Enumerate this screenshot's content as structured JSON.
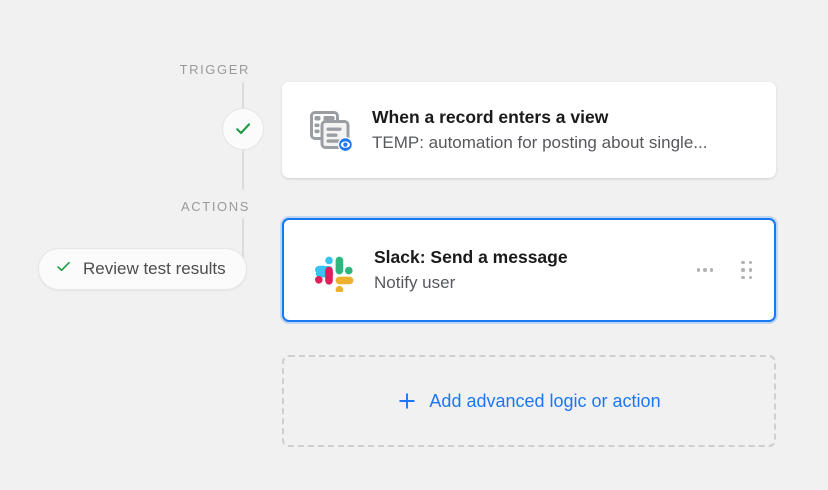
{
  "background_color": "#f1f1f1",
  "rail": {
    "trigger_label": "TRIGGER",
    "actions_label": "ACTIONS",
    "status_icon": "check-icon",
    "status_color": "#1d9b43",
    "line_color": "#dcdcdc"
  },
  "review_pill": {
    "label": "Review test results",
    "icon": "check-icon",
    "icon_color": "#1d9b43"
  },
  "trigger_card": {
    "icon": "grid-view-eye-icon",
    "title": "When a record enters a view",
    "subtitle": "TEMP: automation for posting about single...",
    "badge_color": "#1d77f2"
  },
  "action_card": {
    "icon": "slack-logo-icon",
    "title": "Slack: Send a message",
    "subtitle": "Notify user",
    "selected_border_color": "#1877f2",
    "more_icon": "ellipsis-icon",
    "drag_icon": "drag-handle-icon",
    "slack_colors": {
      "cyan": "#36c5f0",
      "green": "#2eb67d",
      "yellow": "#ecb22e",
      "red": "#e01e5a"
    }
  },
  "add_action": {
    "label": "Add advanced logic or action",
    "icon": "plus-icon",
    "accent_color": "#1d77f2",
    "border_color": "#cdcfd2"
  }
}
